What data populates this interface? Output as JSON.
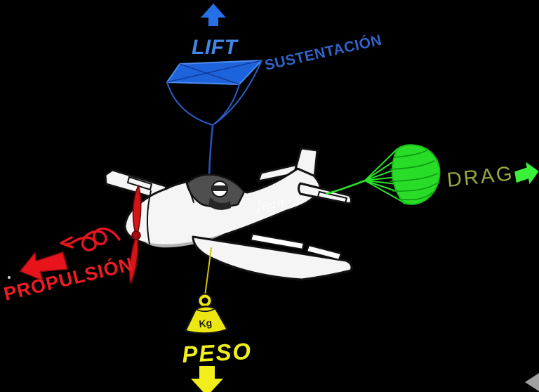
{
  "background": "#000000",
  "forces": {
    "lift": {
      "label": "LIFT",
      "alt_label": "SUSTENTACIÓN",
      "direction": "up",
      "arrow_color": "#2570e8",
      "text_color": "#4486e6",
      "alt_text_color": "#3063c8",
      "kite_fill": "#1d64dc",
      "kite_edge": "#4e8cf0",
      "string_color": "#2d5ecc",
      "main_string_color": "#2450c0"
    },
    "drag": {
      "label": "DRAG",
      "direction": "right",
      "arrow_color": "#3bf03b",
      "text_color": "#9aa840",
      "canopy_fill": "#28dc28",
      "canopy_edge": "#19c019",
      "gore_color": "#0f9b0f",
      "string_color": "#2ae22a"
    },
    "thrust": {
      "label": "PROPULSIÓN",
      "direction": "left",
      "arrow_color": "#e8141c",
      "text_color": "#ee1c22",
      "spiral_color": "#e41420",
      "propeller_color": "#d41418"
    },
    "weight": {
      "label": "PESO",
      "badge": "Kg",
      "direction": "down",
      "arrow_color": "#f1ee1a",
      "text_color": "#f1ee1a",
      "weight_fill": "#ece612",
      "kg_text_color": "#1e1e00",
      "string_color": "#cbc40e"
    }
  },
  "airplane": {
    "signature": "Jean",
    "signature_color": "#ffffff",
    "body_color": "#f5f5f5",
    "outline_color": "#121212",
    "canopy_color": "#4f4f4f"
  },
  "overlay": {
    "corner_triangle_color": "#a0a0a0"
  }
}
